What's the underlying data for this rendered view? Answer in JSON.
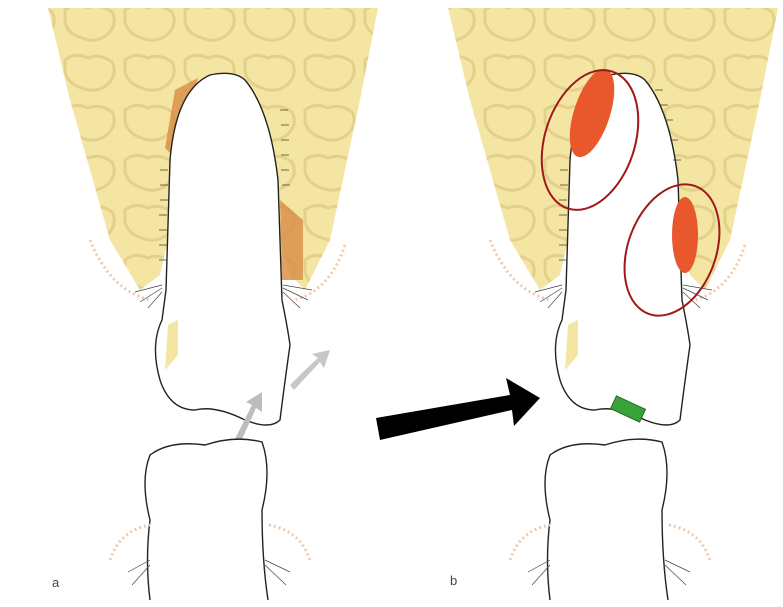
{
  "panels": [
    {
      "label": "a"
    },
    {
      "label": "b"
    }
  ],
  "colors": {
    "bone": "#f4e6a2",
    "bone_trabecula": "#e7d690",
    "gingiva": "#f3c8a8",
    "pdl_compression_a": "#d9904a",
    "pdl_compression_b": "#e8582c",
    "marker_circle": "#a01818",
    "arrow": "#000000",
    "contact_marker": "#3aa23a",
    "force_arrow": "#bdbdbd",
    "outline": "#222222"
  },
  "icons": [
    "black-arrow-icon",
    "contact-marker",
    "compression-zone-circle"
  ]
}
